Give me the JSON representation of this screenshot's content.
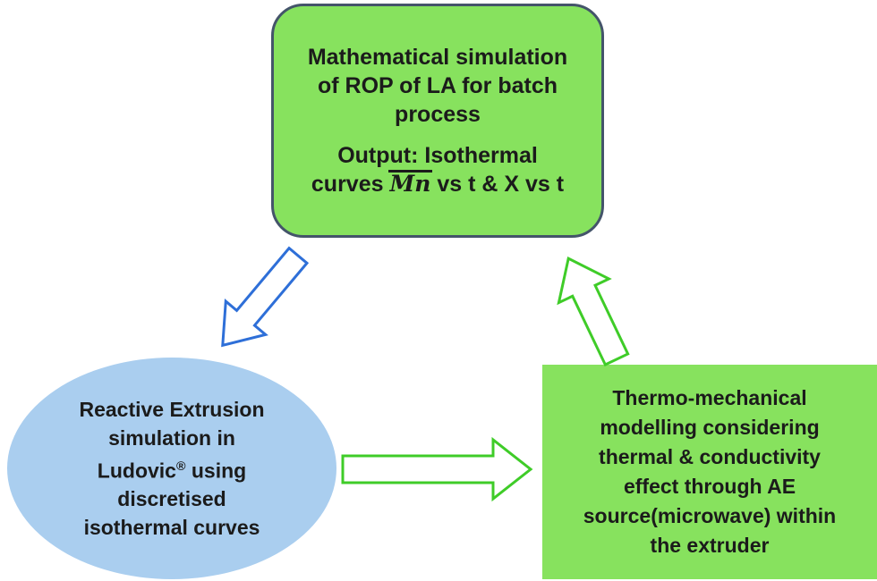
{
  "colors": {
    "background": "#ffffff",
    "box_green": "#87e25e",
    "top_box_border": "#44546a",
    "ellipse_blue": "#aaceef",
    "arrow_blue": "#2e6fd8",
    "arrow_green": "#3fcc28",
    "text": "#1b1b1b"
  },
  "top_box": {
    "lines": [
      "Mathematical simulation",
      "of ROP of LA for batch",
      "process"
    ],
    "output_line1": "Output: Isothermal",
    "output_line2_prefix": "curves",
    "mn_symbol": "Mn",
    "output_line2_suffix": "vs t & X vs t"
  },
  "ellipse": {
    "lines_top": [
      "Reactive Extrusion",
      "simulation in"
    ],
    "brand": "Ludovic",
    "registered_mark": "®",
    "brand_suffix": "using",
    "lines_bottom": [
      "discretised",
      "isothermal curves"
    ]
  },
  "right_box": {
    "lines": [
      "Thermo-mechanical",
      "modelling considering",
      "thermal & conductivity",
      "effect through AE",
      "source(microwave)  within",
      "the extruder"
    ]
  },
  "arrows": [
    {
      "name": "top-box-to-ellipse",
      "direction": "down-left",
      "color": "#2e6fd8"
    },
    {
      "name": "ellipse-to-right-box",
      "direction": "right",
      "color": "#3fcc28"
    },
    {
      "name": "right-box-to-top-box",
      "direction": "up",
      "color": "#3fcc28"
    }
  ]
}
